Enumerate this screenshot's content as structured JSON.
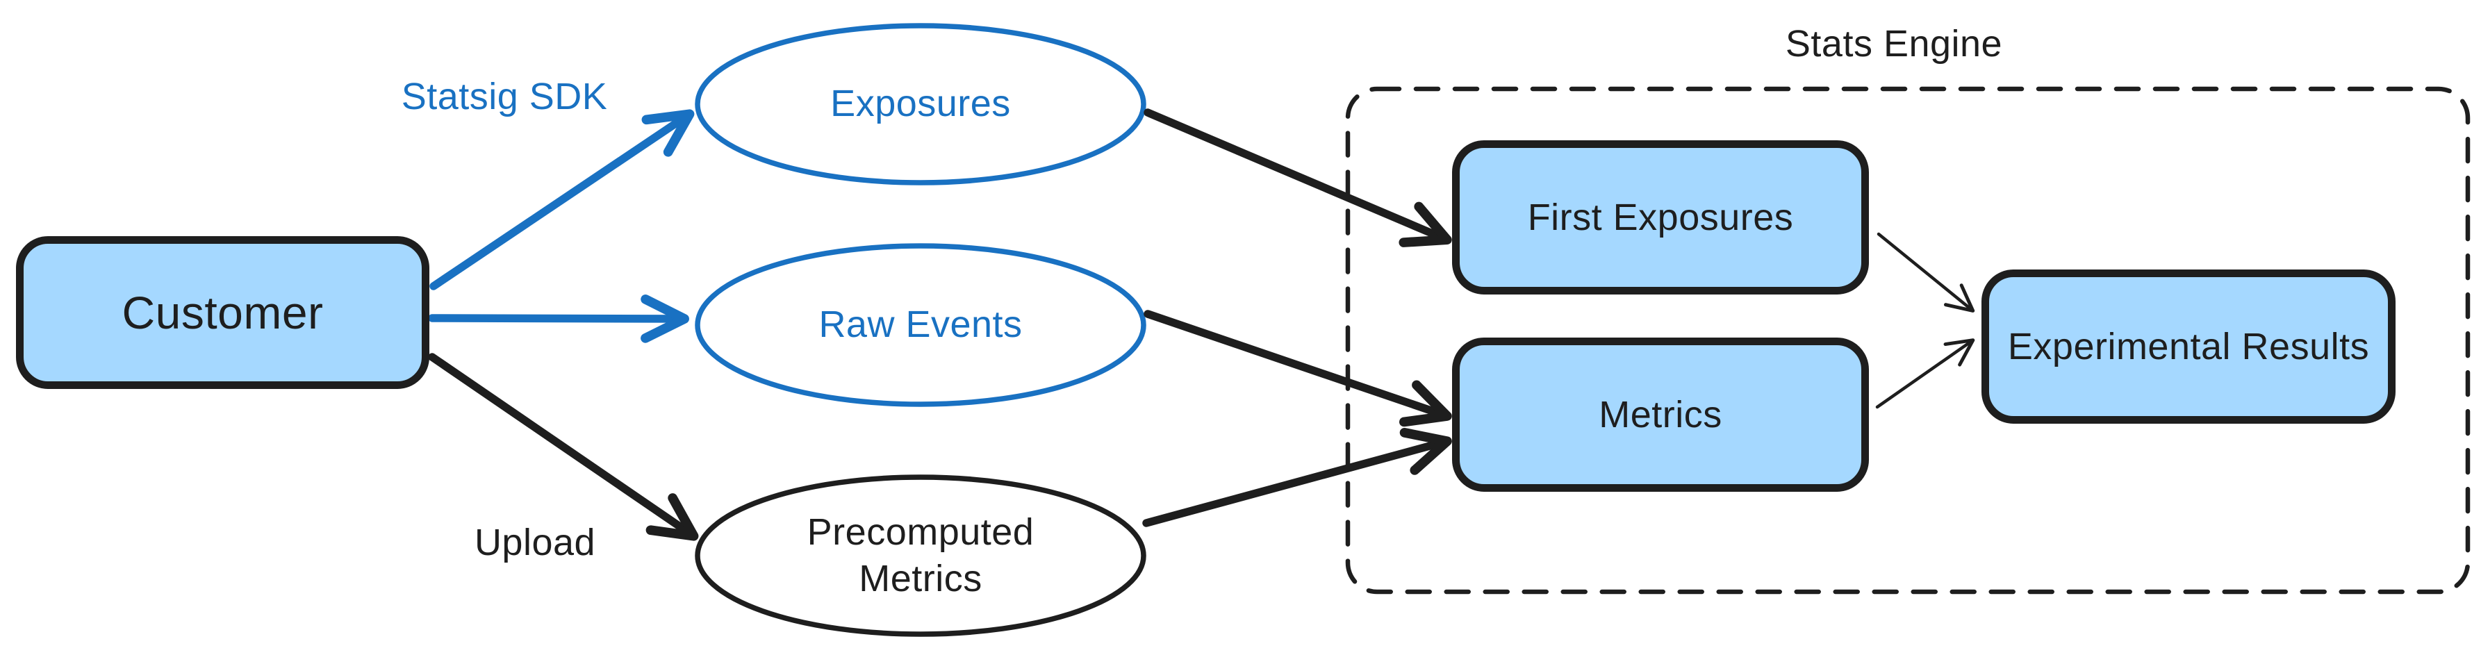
{
  "diagram": {
    "background": "#ffffff",
    "colors": {
      "node_fill": "#a5d8ff",
      "blue_stroke": "#1971c2",
      "ink_stroke": "#1e1e1e"
    },
    "nodes": {
      "customer": {
        "label": "Customer",
        "shape": "rounded-rectangle",
        "fill": "#a5d8ff"
      },
      "exposures": {
        "label": "Exposures",
        "shape": "ellipse",
        "stroke": "#1971c2"
      },
      "raw_events": {
        "label": "Raw Events",
        "shape": "ellipse",
        "stroke": "#1971c2"
      },
      "precomputed_metrics": {
        "label": "Precomputed Metrics",
        "shape": "ellipse",
        "stroke": "#1e1e1e"
      },
      "first_exposures": {
        "label": "First Exposures",
        "shape": "rounded-rectangle",
        "fill": "#a5d8ff"
      },
      "metrics": {
        "label": "Metrics",
        "shape": "rounded-rectangle",
        "fill": "#a5d8ff"
      },
      "experimental_results": {
        "label": "Experimental Results",
        "shape": "rounded-rectangle",
        "fill": "#a5d8ff"
      }
    },
    "group": {
      "label": "Stats Engine",
      "style": "dashed-rounded-rectangle"
    },
    "edge_labels": {
      "statsig_sdk": "Statsig SDK",
      "upload": "Upload"
    },
    "edges": [
      {
        "from": "customer",
        "to": "exposures",
        "color": "#1971c2",
        "weight": "thick",
        "label": "Statsig SDK"
      },
      {
        "from": "customer",
        "to": "raw_events",
        "color": "#1971c2",
        "weight": "thick",
        "label": "Statsig SDK"
      },
      {
        "from": "customer",
        "to": "precomputed_metrics",
        "color": "#1e1e1e",
        "weight": "thick",
        "label": "Upload"
      },
      {
        "from": "exposures",
        "to": "first_exposures",
        "color": "#1e1e1e",
        "weight": "thick"
      },
      {
        "from": "raw_events",
        "to": "metrics",
        "color": "#1e1e1e",
        "weight": "thick"
      },
      {
        "from": "precomputed_metrics",
        "to": "metrics",
        "color": "#1e1e1e",
        "weight": "thick"
      },
      {
        "from": "first_exposures",
        "to": "experimental_results",
        "color": "#1e1e1e",
        "weight": "thin"
      },
      {
        "from": "metrics",
        "to": "experimental_results",
        "color": "#1e1e1e",
        "weight": "thin"
      }
    ]
  }
}
